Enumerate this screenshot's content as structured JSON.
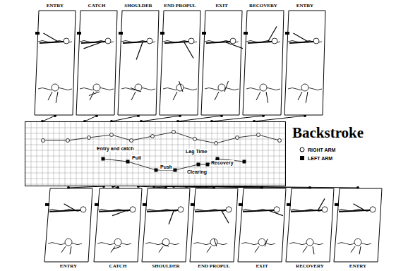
{
  "diagram": {
    "title": "Backstroke",
    "nodes": [
      {
        "text": [
          "ENTRY"
        ]
      },
      {
        "text": [
          "CATCH"
        ]
      },
      {
        "text": [
          "SHOULDER"
        ]
      },
      {
        "text": [
          "END PROPUL"
        ]
      },
      {
        "text": [
          "EXIT"
        ]
      },
      {
        "text": [
          "RECOVERY"
        ]
      },
      {
        "text": [
          "ENTRY"
        ]
      },
      {
        "text": [
          "Entry and catch",
          "Pull",
          "Push",
          "Lag Time",
          "Clearing",
          "Recovery"
        ]
      },
      {
        "text": [
          "ENTRY"
        ]
      },
      {
        "text": [
          "CATCH"
        ]
      },
      {
        "text": [
          "SHOULDER"
        ]
      },
      {
        "text": [
          "END PROPUL"
        ]
      },
      {
        "text": [
          "EXIT"
        ]
      },
      {
        "text": [
          "RECOVERY"
        ]
      },
      {
        "text": [
          "ENTRY"
        ]
      }
    ],
    "edges": [
      {
        "from": 0,
        "to": 7,
        "arrow": "none"
      },
      {
        "from": 1,
        "to": 7,
        "arrow": "none"
      },
      {
        "from": 2,
        "to": 7,
        "arrow": "none"
      },
      {
        "from": 3,
        "to": 7,
        "arrow": "none"
      },
      {
        "from": 4,
        "to": 7,
        "arrow": "none"
      },
      {
        "from": 5,
        "to": 7,
        "arrow": "none"
      },
      {
        "from": 6,
        "to": 7,
        "arrow": "none"
      },
      {
        "from": 8,
        "to": 7,
        "arrow": "none"
      },
      {
        "from": 9,
        "to": 7,
        "arrow": "none"
      },
      {
        "from": 10,
        "to": 7,
        "arrow": "none"
      },
      {
        "from": 11,
        "to": 7,
        "arrow": "none"
      },
      {
        "from": 12,
        "to": 7,
        "arrow": "none"
      },
      {
        "from": 13,
        "to": 7,
        "arrow": "none"
      },
      {
        "from": 14,
        "to": 7,
        "arrow": "none"
      }
    ],
    "legend": [
      {
        "text": "RIGHT ARM"
      },
      {
        "text": "LEFT ARM"
      }
    ]
  }
}
